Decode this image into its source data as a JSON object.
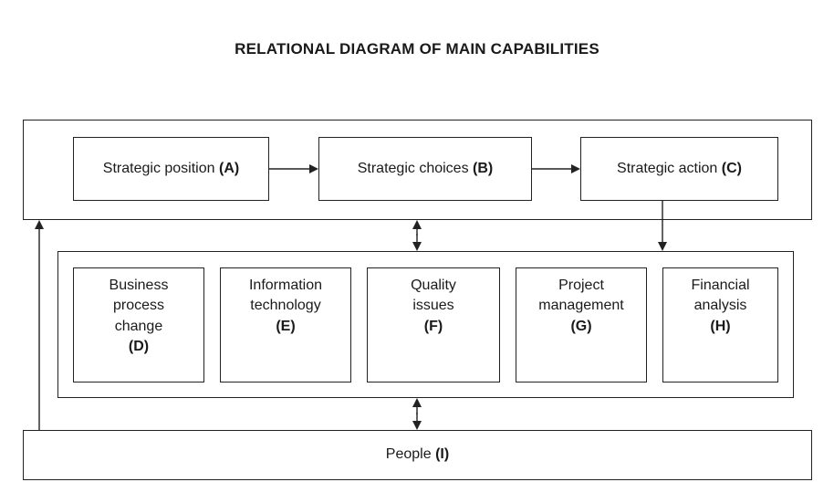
{
  "title": "RELATIONAL DIAGRAM OF MAIN CAPABILITIES",
  "strategy": [
    {
      "label": "Strategic position",
      "code": "(A)"
    },
    {
      "label": "Strategic choices",
      "code": "(B)"
    },
    {
      "label": "Strategic action",
      "code": "(C)"
    }
  ],
  "capabilities": [
    {
      "label": "Business\nprocess\nchange",
      "code": "(D)"
    },
    {
      "label": "Information\ntechnology",
      "code": "(E)"
    },
    {
      "label": "Quality\nissues",
      "code": "(F)"
    },
    {
      "label": "Project\nmanagement",
      "code": "(G)"
    },
    {
      "label": "Financial\nanalysis",
      "code": "(H)"
    }
  ],
  "people": {
    "label": "People",
    "code": "(I)"
  }
}
